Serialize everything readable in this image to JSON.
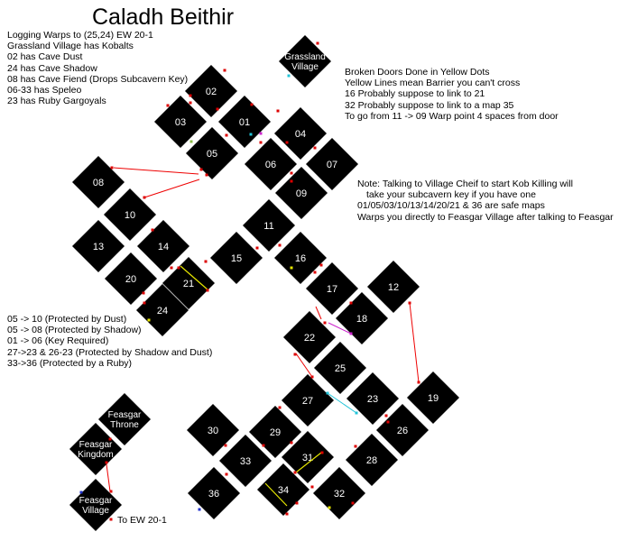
{
  "title": "Caladh Beithir",
  "notes_top_left": [
    "Logging Warps to (25,24) EW 20-1",
    "Grassland Village has Kobalts",
    "02 has Cave Dust",
    "24 has Cave Shadow",
    "08 has Cave Fiend (Drops Subcavern Key)",
    "06-33 has Speleo",
    "23 has Ruby Gargoyals"
  ],
  "notes_top_right": [
    "Broken Doors Done in Yellow Dots",
    "Yellow Lines mean Barrier you can't cross",
    "16 Probably suppose to link to 21",
    "32 Probably suppose to link to a map 35",
    "To go from 11 -> 09 Warp point 4 spaces from door"
  ],
  "notes_middle_right": [
    "Note: Talking to Village Cheif to start Kob Killing will",
    "take your subcavern key if you have one",
    "01/05/03/10/13/14/20/21 & 36 are safe maps",
    "Warps you directly to Feasgar Village after talking to Feasgar"
  ],
  "notes_left": [
    "05 -> 10 (Protected by Dust)",
    "05 -> 08 (Protected by Shadow)",
    "01 -> 06 (Key Required)",
    "27->23 & 26-23 (Protected by Shadow and Dust)",
    "33->36 (Protected by a Ruby)"
  ],
  "exit_label": "To EW 20-1",
  "colors": {
    "room": "#000000",
    "room_text": "#ffffff",
    "link": "#ee0000",
    "barrier": "#e6e600",
    "warp_dust": "#22c4d8",
    "warp_fiend": "#cc22cc",
    "marker_red": "#dd0000",
    "marker_yellow": "#e6e600",
    "marker_green": "#88bb44",
    "marker_blue": "#2233cc"
  },
  "rooms": [
    {
      "id": "02",
      "label": "02"
    },
    {
      "id": "03",
      "label": "03"
    },
    {
      "id": "01",
      "label": "01"
    },
    {
      "id": "05",
      "label": "05"
    },
    {
      "id": "04",
      "label": "04"
    },
    {
      "id": "06",
      "label": "06"
    },
    {
      "id": "07",
      "label": "07"
    },
    {
      "id": "09",
      "label": "09"
    },
    {
      "id": "08",
      "label": "08"
    },
    {
      "id": "10",
      "label": "10"
    },
    {
      "id": "13",
      "label": "13"
    },
    {
      "id": "14",
      "label": "14"
    },
    {
      "id": "11",
      "label": "11"
    },
    {
      "id": "15",
      "label": "15"
    },
    {
      "id": "16",
      "label": "16"
    },
    {
      "id": "20",
      "label": "20"
    },
    {
      "id": "21",
      "label": "21"
    },
    {
      "id": "24",
      "label": "24"
    },
    {
      "id": "17",
      "label": "17"
    },
    {
      "id": "12",
      "label": "12"
    },
    {
      "id": "18",
      "label": "18"
    },
    {
      "id": "22",
      "label": "22"
    },
    {
      "id": "25",
      "label": "25"
    },
    {
      "id": "27",
      "label": "27"
    },
    {
      "id": "23",
      "label": "23"
    },
    {
      "id": "19",
      "label": "19"
    },
    {
      "id": "26",
      "label": "26"
    },
    {
      "id": "30",
      "label": "30"
    },
    {
      "id": "29",
      "label": "29"
    },
    {
      "id": "28",
      "label": "28"
    },
    {
      "id": "33",
      "label": "33"
    },
    {
      "id": "31",
      "label": "31"
    },
    {
      "id": "34",
      "label": "34"
    },
    {
      "id": "32",
      "label": "32"
    },
    {
      "id": "36",
      "label": "36"
    },
    {
      "id": "grassland",
      "label": "Grassland Village"
    },
    {
      "id": "throne",
      "label": "Feasgar Throne"
    },
    {
      "id": "kingdom",
      "label": "Feasgar Kingdom"
    },
    {
      "id": "village",
      "label": "Feasgar Village"
    }
  ]
}
